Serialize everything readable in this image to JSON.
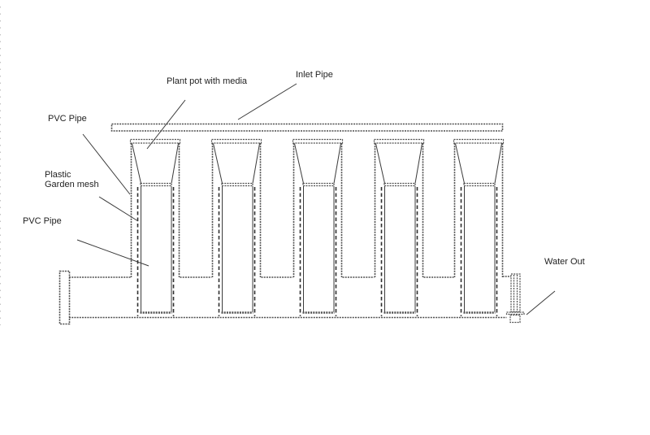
{
  "diagram": {
    "pot_count": 5,
    "labels": {
      "plant_pot": "Plant pot with media",
      "inlet_pipe": "Inlet Pipe",
      "pvc_pipe_top": "PVC Pipe",
      "garden_mesh": "Plastic Garden mesh",
      "pvc_pipe_bottom": "PVC Pipe",
      "water_out": "Water Out"
    },
    "colors": {
      "line_dotted": "#4f4f4f",
      "line_solid": "#3b3b3b",
      "background": "#ffffff"
    }
  }
}
